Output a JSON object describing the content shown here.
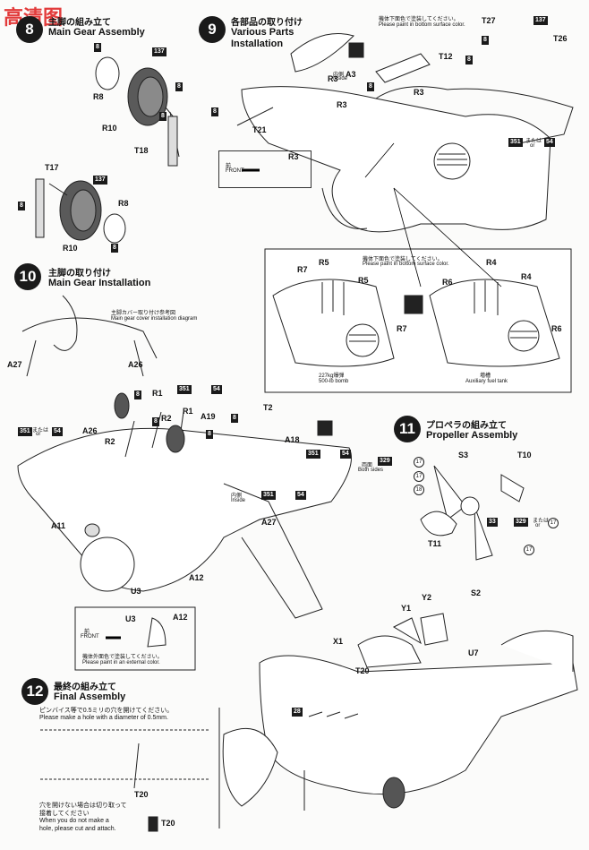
{
  "watermark": {
    "text": "高清图"
  },
  "step8": {
    "number": "8",
    "title_jp": "主脚の組み立て",
    "title_en": "Main Gear Assembly",
    "parts": [
      "R8",
      "R10",
      "T18",
      "T17",
      "R8",
      "R10"
    ],
    "badges": [
      "8",
      "137",
      "8",
      "8",
      "137",
      "8",
      "8"
    ]
  },
  "step9": {
    "number": "9",
    "title_jp": "各部品の取り付け",
    "title_en": "Various Parts",
    "title_en2": "Installation",
    "note_jp": "機体下面色で塗装してください。",
    "note_en": "Please paint in bottom surface color.",
    "inside_jp": "内側",
    "inside_en": "Inside",
    "front_jp": "前",
    "front_en": "FRONT",
    "parts": [
      "A3",
      "R3",
      "R3",
      "R3",
      "T12",
      "T27",
      "T26",
      "T21",
      "R3"
    ],
    "or_jp": "または",
    "or_en": "or",
    "badges": [
      "8",
      "8",
      "137",
      "8",
      "351",
      "54",
      "8"
    ]
  },
  "step9b": {
    "note_jp": "機体下面色で塗装してください。",
    "note_en": "Please paint in bottom surface color.",
    "parts": [
      "R7",
      "R5",
      "R5",
      "R7",
      "R4",
      "R6",
      "R4",
      "R6"
    ],
    "bomb_label_jp": "227kg爆弾",
    "bomb_label_en": "500-lb bomb",
    "tank_label_jp": "増槽",
    "tank_label_en": "Auxiliary fuel tank"
  },
  "step10": {
    "number": "10",
    "title_jp": "主脚の取り付け",
    "title_en": "Main Gear Installation",
    "diagram_jp": "主脚カバー取り付け参考図",
    "diagram_en": "Main gear cover installation diagram",
    "parts": [
      "A27",
      "A26",
      "R1",
      "R2",
      "R1",
      "A19",
      "T2",
      "A18",
      "A26",
      "R2",
      "A27",
      "A11",
      "A12",
      "U3",
      "U3",
      "A12"
    ],
    "inside_jp": "内側",
    "inside_en": "Inside",
    "front_jp": "前",
    "front_en": "FRONT",
    "paint_jp": "機体外面色で塗装してください。",
    "paint_en": "Please paint in an external color.",
    "or_jp": "または",
    "or_en": "or",
    "badges": [
      "351",
      "54",
      "8",
      "8",
      "8",
      "8",
      "351",
      "54",
      "351",
      "54",
      "351",
      "54"
    ]
  },
  "step11": {
    "number": "11",
    "title_jp": "プロペラの組み立て",
    "title_en": "Propeller Assembly",
    "both_jp": "両面",
    "both_en": "Both sides",
    "parts": [
      "S3",
      "T10",
      "T11"
    ],
    "badges": [
      "329",
      "329",
      "33"
    ],
    "circles": [
      "17",
      "17",
      "18",
      "17",
      "17"
    ],
    "or_jp": "または",
    "or_en": "or"
  },
  "step12": {
    "number": "12",
    "title_jp": "最終の組み立て",
    "title_en": "Final Assembly",
    "hole_jp": "ピンバイス等で0.5ミリの穴を開けてください。",
    "hole_en": "Please make a hole with a diameter of 0.5mm.",
    "nohole_jp1": "穴を開けない場合は切り取って",
    "nohole_jp2": "接着してください",
    "nohole_en1": "When you do not make a",
    "nohole_en2": "hole, please cut and attach.",
    "parts": [
      "T20",
      "T20",
      "X1",
      "Y1",
      "Y2",
      "S2",
      "U7",
      "T20",
      "28"
    ]
  },
  "colors": {
    "ink": "#111111",
    "badge": "#1a1a1a",
    "paper": "#fbfbfa",
    "watermark": "#e23b3b"
  }
}
